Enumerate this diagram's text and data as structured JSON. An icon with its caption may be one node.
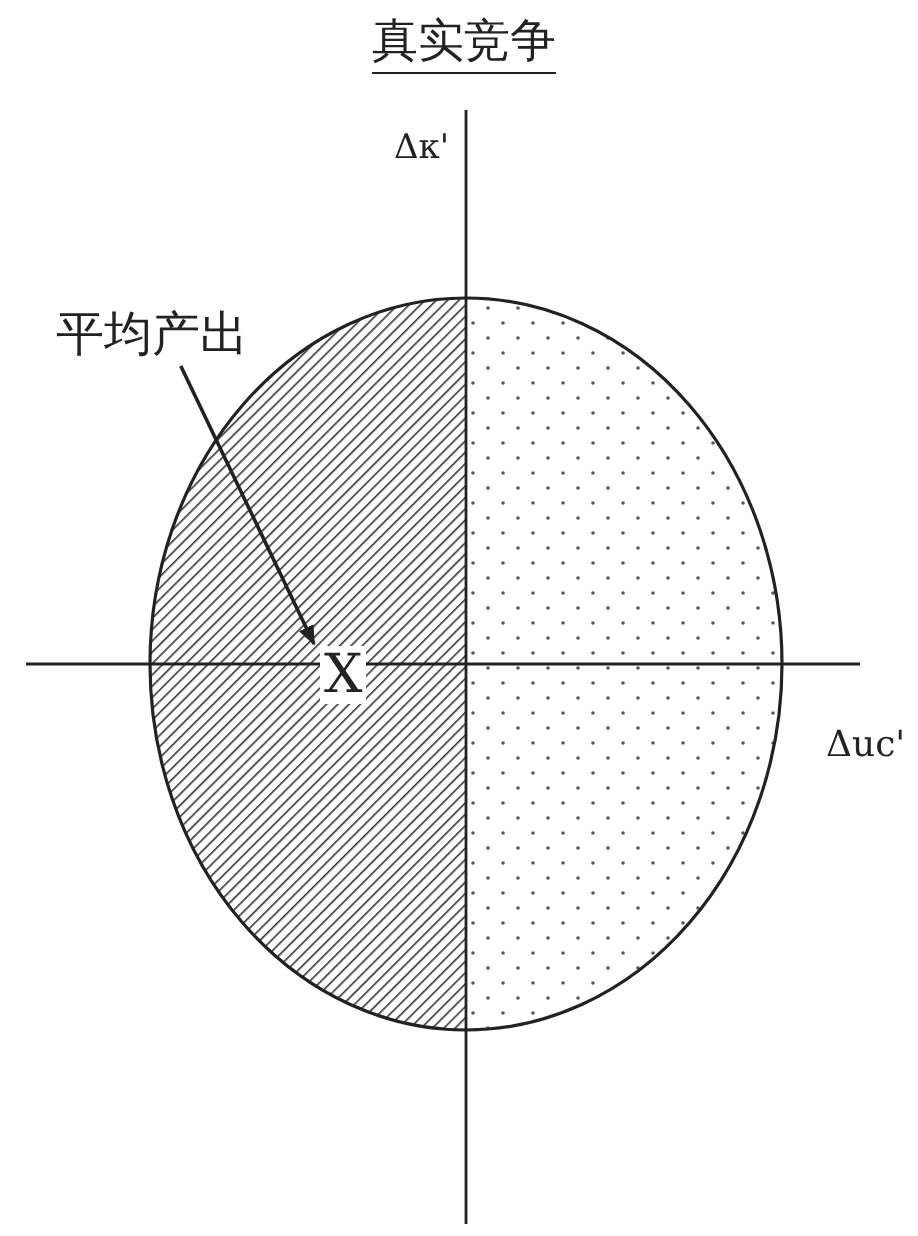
{
  "diagram": {
    "title": "真实竞争",
    "nodes": [
      {
        "text": [
          "平均产出"
        ]
      },
      {
        "text": [
          "X"
        ]
      }
    ],
    "edges": [
      {
        "from": 0,
        "to": 1,
        "arrow": "to"
      }
    ],
    "labels": [
      "Δκ'",
      "Δuc'"
    ]
  }
}
